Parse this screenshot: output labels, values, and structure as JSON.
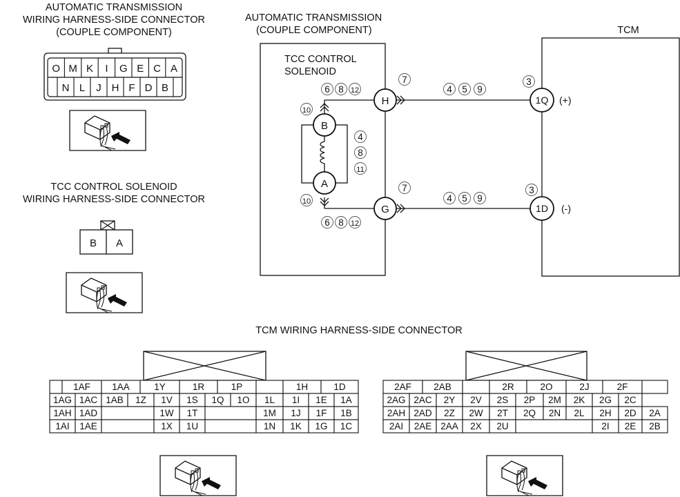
{
  "titles": {
    "at_connector": [
      "AUTOMATIC TRANSMISSION",
      "WIRING HARNESS-SIDE CONNECTOR",
      "(COUPLE COMPONENT)"
    ],
    "tcc_connector": [
      "TCC CONTROL SOLENOID",
      "WIRING HARNESS-SIDE CONNECTOR"
    ],
    "at_component": [
      "AUTOMATIC TRANSMISSION",
      "(COUPLE COMPONENT)"
    ],
    "tcm": "TCM",
    "tcc_solenoid": [
      "TCC CONTROL",
      "SOLENOID"
    ],
    "tcm_connector": "TCM WIRING HARNESS-SIDE CONNECTOR"
  },
  "at_connector": {
    "top_row": [
      "O",
      "M",
      "K",
      "I",
      "G",
      "E",
      "C",
      "A"
    ],
    "bottom_row": [
      "",
      "N",
      "L",
      "J",
      "H",
      "F",
      "D",
      "B",
      ""
    ]
  },
  "tcc_connector": {
    "pins": [
      "B",
      "A"
    ]
  },
  "schematic": {
    "terminals": {
      "H": "H",
      "G": "G",
      "B": "B",
      "A": "A",
      "1Q": "1Q",
      "1D": "1D"
    },
    "polarity": {
      "plus": "(+)",
      "minus": "(-)"
    },
    "refs": {
      "h_top": [
        "6",
        "8",
        "12"
      ],
      "h_right": "7",
      "wire_top": [
        "4",
        "5",
        "9"
      ],
      "q_top": "3",
      "b_left": "10",
      "coil": [
        "4",
        "8",
        "11"
      ],
      "a_left": "10",
      "g_bottom": [
        "6",
        "8",
        "12"
      ],
      "g_right": "7",
      "wire_bottom": [
        "4",
        "5",
        "9"
      ],
      "d_top": "3"
    }
  },
  "tcm_connector_1": {
    "rows": [
      [
        "",
        "1AF",
        "1AA",
        "1Y",
        "1R",
        "1P",
        "",
        "1H",
        "1D"
      ],
      [
        "1AG",
        "1AC",
        "1AB",
        "1Z",
        "1V",
        "1S",
        "1Q",
        "1O",
        "1L",
        "1I",
        "1E",
        "1A"
      ],
      [
        "1AH",
        "1AD",
        "",
        "1W",
        "1T",
        "",
        "1M",
        "1J",
        "1F",
        "1B"
      ],
      [
        "1AI",
        "1AE",
        "",
        "1X",
        "1U",
        "",
        "1N",
        "1K",
        "1G",
        "1C"
      ]
    ]
  },
  "tcm_connector_2": {
    "rows": [
      [
        "2AF",
        "2AB",
        "",
        "2R",
        "2O",
        "2J",
        "2F",
        ""
      ],
      [
        "2AG",
        "2AC",
        "2Y",
        "2V",
        "2S",
        "2P",
        "2M",
        "2K",
        "2G",
        "2C"
      ],
      [
        "2AH",
        "2AD",
        "2Z",
        "2W",
        "2T",
        "2Q",
        "2N",
        "2L",
        "2H",
        "2D",
        "2A"
      ],
      [
        "2AI",
        "2AE",
        "2AA",
        "2X",
        "2U",
        "",
        "2I",
        "2E",
        "2B"
      ]
    ]
  },
  "icons": [
    "connector-view-icon",
    "connector-view-icon",
    "connector-view-icon",
    "connector-view-icon"
  ]
}
